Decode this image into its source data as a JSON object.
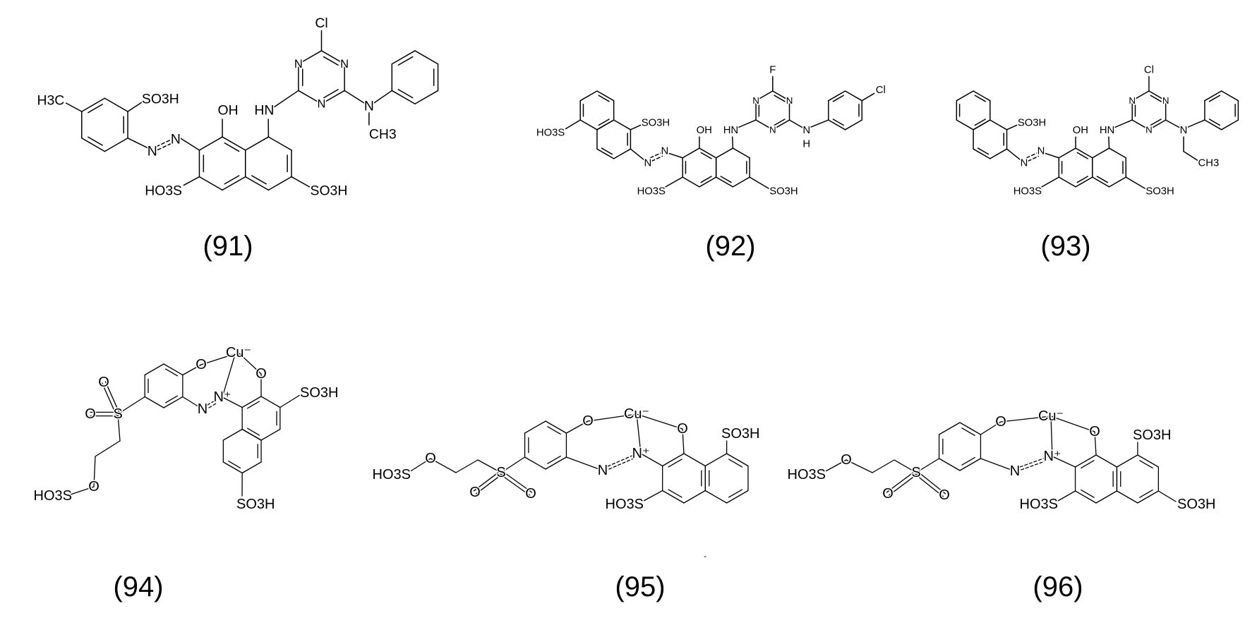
{
  "compounds": [
    {
      "number": "(91)",
      "atoms": [
        "H3C",
        "SO3H",
        "N",
        "N",
        "OH",
        "HN",
        "HO3S",
        "SO3H",
        "N",
        "N",
        "N",
        "Cl",
        "N",
        "CH3"
      ]
    },
    {
      "number": "(92)",
      "atoms": [
        "HO3S",
        "SO3H",
        "N",
        "N",
        "OH",
        "HN",
        "HO3S",
        "SO3H",
        "N",
        "N",
        "N",
        "F",
        "N",
        "H",
        "Cl"
      ]
    },
    {
      "number": "(93)",
      "atoms": [
        "SO3H",
        "N",
        "N",
        "OH",
        "HN",
        "HO3S",
        "SO3H",
        "N",
        "N",
        "N",
        "Cl",
        "N",
        "CH3"
      ]
    },
    {
      "number": "(94)",
      "atoms": [
        "O",
        "Cu⁻",
        "O",
        "N⁺",
        "N",
        "SO3H",
        "SO3H",
        "S",
        "O",
        "O",
        "O",
        "HO3S"
      ]
    },
    {
      "number": "(95)",
      "atoms": [
        "O",
        "Cu⁻",
        "O",
        "N⁺",
        "N",
        "SO3H",
        "HO3S",
        "S",
        "O",
        "O",
        "O",
        "HO3S"
      ]
    },
    {
      "number": "(96)",
      "atoms": [
        "O",
        "Cu⁻",
        "O",
        "N⁺",
        "N",
        "SO3H",
        "SO3H",
        "HO3S",
        "S",
        "O",
        "O",
        "O",
        "HO3S"
      ]
    }
  ],
  "stray_mark": "-"
}
